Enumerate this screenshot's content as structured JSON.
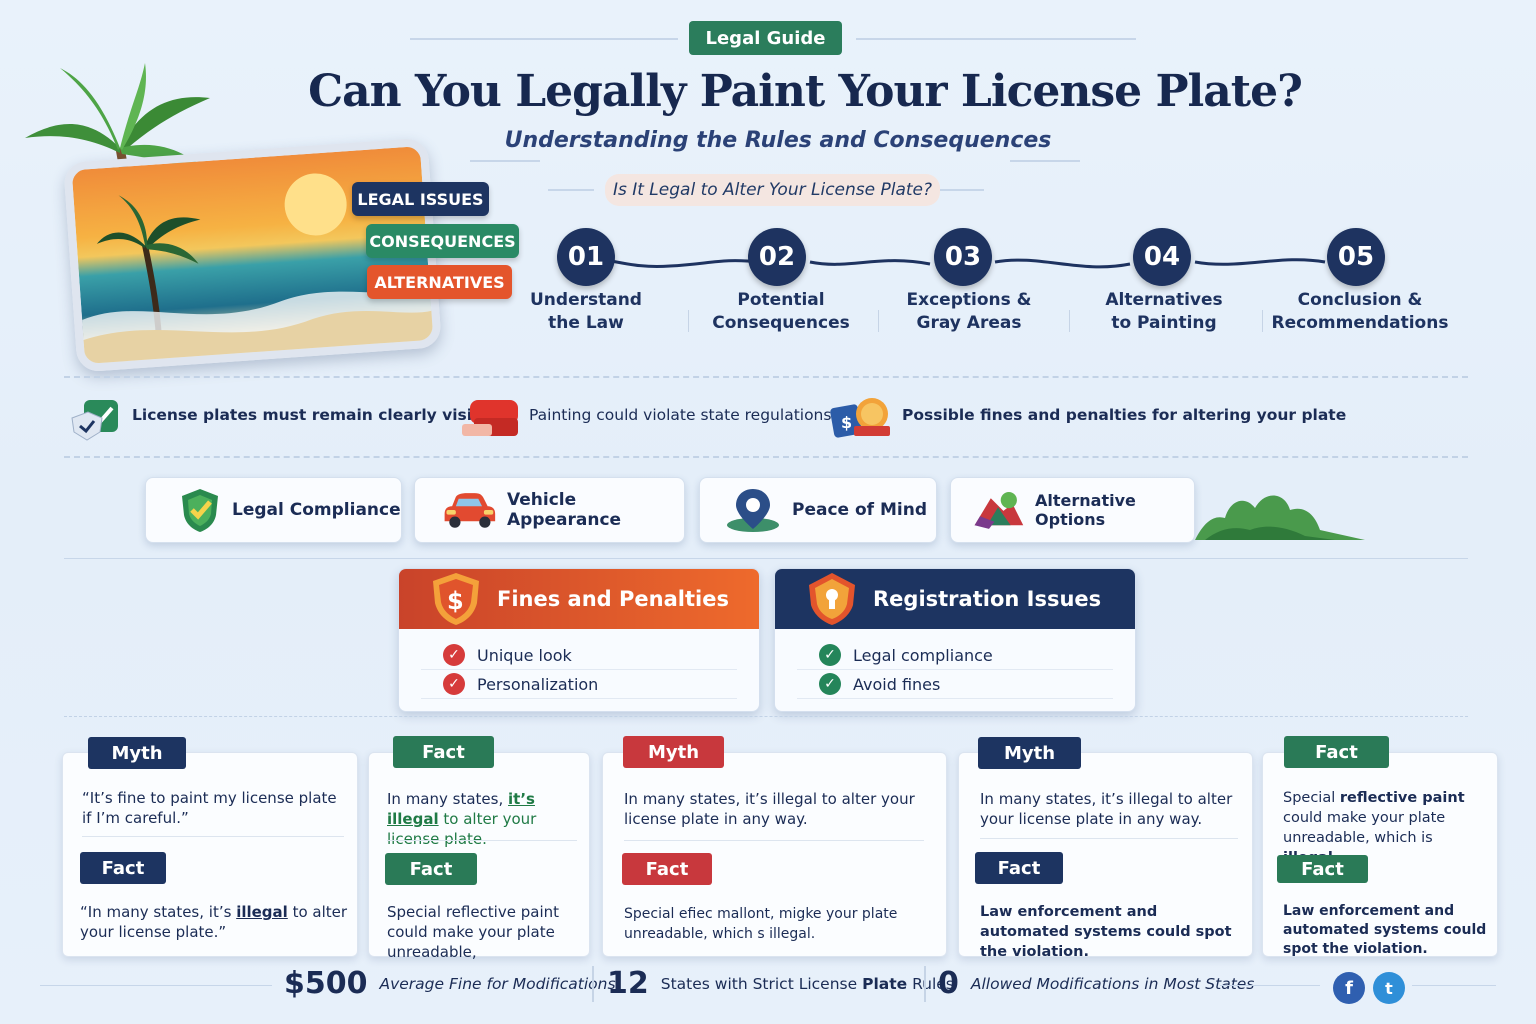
{
  "header": {
    "badge": "Legal Guide",
    "title": "Can You Legally Paint Your License Plate?",
    "subtitle": "Understanding the Rules and Consequences",
    "question": "Is It Legal to Alter Your License Plate?"
  },
  "tags": [
    "LEGAL ISSUES",
    "CONSEQUENCES",
    "ALTERNATIVES"
  ],
  "steps": [
    {
      "num": "01",
      "line1": "Understand",
      "line2": "the Law"
    },
    {
      "num": "02",
      "line1": "Potential",
      "line2": "Consequences"
    },
    {
      "num": "03",
      "line1": "Exceptions &",
      "line2": "Gray Areas"
    },
    {
      "num": "04",
      "line1": "Alternatives",
      "line2": "to Painting"
    },
    {
      "num": "05",
      "line1": "Conclusion &",
      "line2": "Recommendations"
    }
  ],
  "checks": [
    "License plates must remain clearly visible",
    "Painting could violate state regulations",
    "Possible fines and penalties for altering your plate"
  ],
  "benefits": [
    "Legal Compliance",
    "Vehicle Appearance",
    "Peace of Mind",
    "Alternative Options"
  ],
  "fines": {
    "title": "Fines and Penalties",
    "items": [
      "Unique look",
      "Personalization"
    ]
  },
  "registration": {
    "title": "Registration Issues",
    "items": [
      "Legal compliance",
      "Avoid fines"
    ]
  },
  "mythfact": {
    "c1": {
      "top_badge": "Myth",
      "top_text": "“It’s fine to paint my license plate if I’m careful.”",
      "bottom_badge": "Fact",
      "bottom_pre": "“In many states, it’s ",
      "bottom_hl": "illegal",
      "bottom_post": " to alter your license plate.”"
    },
    "c2": {
      "top_badge": "Fact",
      "top_pre": "In many states, ",
      "top_hl1": "it’s",
      "top_hl2": "illegal",
      "top_post": " to alter your license plate.",
      "bottom_badge": "Fact",
      "bottom_text": "Special reflective paint could make your plate unreadable,"
    },
    "c3": {
      "top_badge": "Myth",
      "top_text": "In many states, it’s illegal to alter your license plate in any way.",
      "bottom_badge": "Fact",
      "bottom_text": "Special efiec mallont, migke your plate unreadable, which s illegal."
    },
    "c4": {
      "top_badge": "Myth",
      "top_text": "In many states, it’s illegal to alter your license plate in any way.",
      "bottom_badge": "Fact",
      "bottom_text": "Law enforcement and automated systems could spot the violation."
    },
    "c5": {
      "top_badge": "Fact",
      "top_pre": "Special ",
      "top_b1": "reflective paint",
      "top_mid": " could make your plate unreadable, which is ",
      "top_b2": "illegal",
      "top_post": ".",
      "bottom_badge": "Fact",
      "bottom_text": "Law enforcement and automated systems could spot the violation."
    }
  },
  "stats": [
    {
      "num": "$500",
      "label": "Average Fine for Modifications"
    },
    {
      "num": "12",
      "label_pre": "States with Strict License ",
      "label_b": "Plate",
      "label_post": " Rules"
    },
    {
      "num": "0",
      "label": "Allowed Modifications in Most States"
    }
  ],
  "social": {
    "facebook": "f",
    "twitter": "t"
  },
  "colors": {
    "navy": "#1d3461",
    "green": "#2a7a57",
    "red": "#c8383d",
    "orange": "#e4552c"
  }
}
